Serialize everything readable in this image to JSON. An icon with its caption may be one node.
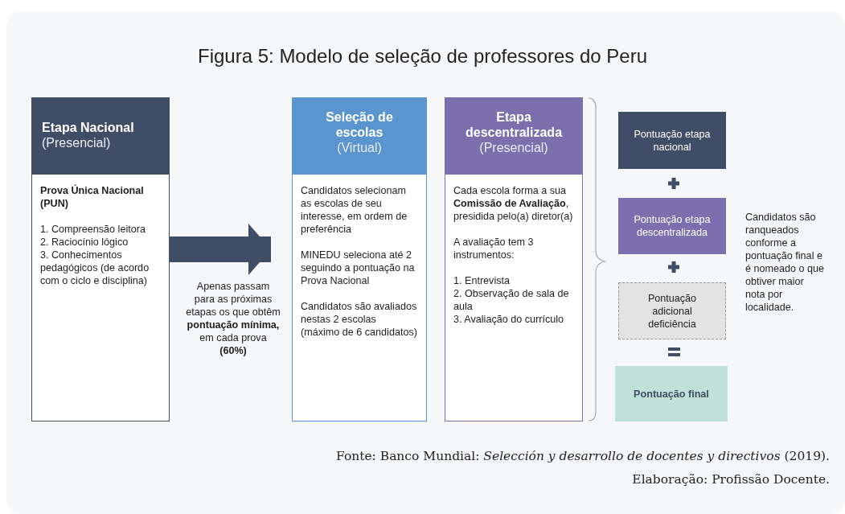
{
  "diagram": {
    "title": "Figura 5: Modelo de seleção de professores do Peru",
    "caption": "Fonte: Banco Mundial: *Selección y desarrollo de docentes y directivos* (2019).",
    "nodes": [
      {
        "text": [
          "Etapa Nacional",
          "(Presencial)",
          "Prova Única Nacional (PUN)",
          "1. Compreensão leitora",
          "2. Raciocínio lógico",
          "3. Conhecimentos pedagógicos (de acordo com o ciclo e disciplina)"
        ]
      },
      {
        "text": [
          "Seleção de escolas",
          "(Virtual)",
          "Candidatos selecionam as escolas de seu interesse, em ordem de preferência",
          "MINEDU seleciona até 2 seguindo a pontuação na Prova Nacional",
          "Candidatos são avaliados nestas 2 escolas",
          "(máximo de 6 candidatos)"
        ]
      },
      {
        "text": [
          "Etapa descentralizada",
          "(Presencial)",
          "Cada escola forma a sua **Comissão de Avaliação**, presidida pelo(a) diretor(a)",
          "A avaliação tem 3 instrumentos:",
          "1. Entrevista",
          "2. Observação de sala de aula",
          "3. Avaliação do currículo"
        ]
      },
      {
        "text": [
          "Pontuação etapa nacional"
        ]
      },
      {
        "text": [
          "Pontuação etapa descentralizada"
        ]
      },
      {
        "text": [
          "Pontuação adicional deficiência"
        ]
      },
      {
        "text": [
          "Pontuação final"
        ]
      }
    ],
    "edges": [
      {
        "from": 0,
        "to": 1,
        "arrow": "to",
        "label": "Apenas passam para as próximas etapas os que obtêm **pontuação mínima,** em cada prova **(60%)**"
      }
    ],
    "labels": [
      "Candidatos são ranqueados conforme a pontuação final e é nomeado o que obtiver maior nota por localidade.",
      "Elaboração: Profissão Docente."
    ]
  }
}
